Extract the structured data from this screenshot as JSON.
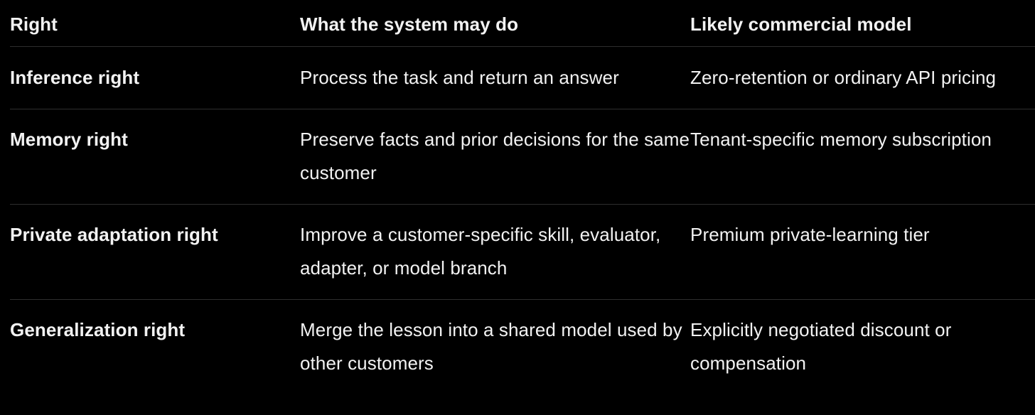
{
  "table": {
    "headers": [
      "Right",
      "What the system may do",
      "Likely commercial model"
    ],
    "rows": [
      [
        "Inference right",
        "Process the task and return an answer",
        "Zero-retention or ordinary API pricing"
      ],
      [
        "Memory right",
        "Preserve facts and prior decisions for the same customer",
        "Tenant-specific memory subscription"
      ],
      [
        "Private adaptation right",
        "Improve a customer-specific skill, evaluator, adapter, or model branch",
        "Premium private-learning tier"
      ],
      [
        "Generalization right",
        "Merge the lesson into a shared model used by other customers",
        "Explicitly negotiated discount or compensation"
      ]
    ]
  }
}
